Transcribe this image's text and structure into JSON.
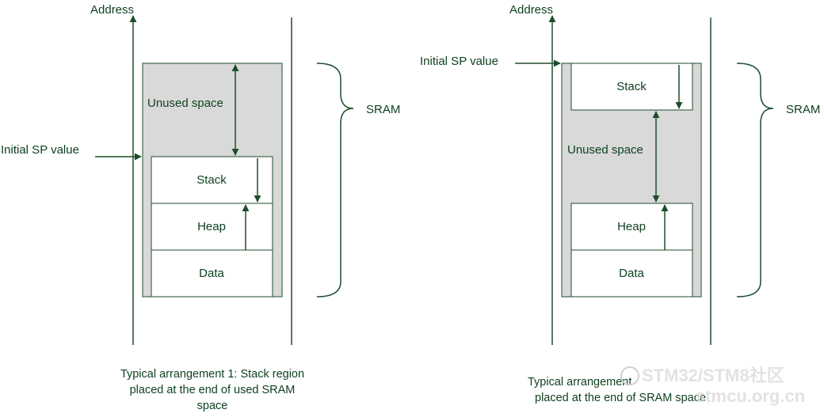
{
  "colors": {
    "ink": "#1e4d2b",
    "text": "#0d3f1d",
    "unused_fill": "#d9d9d9",
    "block_fill": "#ffffff",
    "watermark": "#d9d9d9"
  },
  "diagram1": {
    "address_label": "Address",
    "initial_sp_label": "Initial SP value",
    "unused_label": "Unused space",
    "sram_label": "SRAM",
    "blocks": {
      "stack": "Stack",
      "heap": "Heap",
      "data": "Data"
    },
    "caption": [
      "Typical arrangement 1: Stack region",
      "placed at the end of used SRAM",
      "space"
    ]
  },
  "diagram2": {
    "address_label": "Address",
    "initial_sp_label": "Initial SP value",
    "unused_label": "Unused space",
    "sram_label": "SRAM",
    "blocks": {
      "stack": "Stack",
      "heap": "Heap",
      "data": "Data"
    },
    "caption": [
      "Typical arrangement",
      "placed at the end of SRAM space"
    ]
  },
  "watermark": {
    "line1": "STM32/STM8社区",
    "line2": "stmcu.org.cn"
  }
}
